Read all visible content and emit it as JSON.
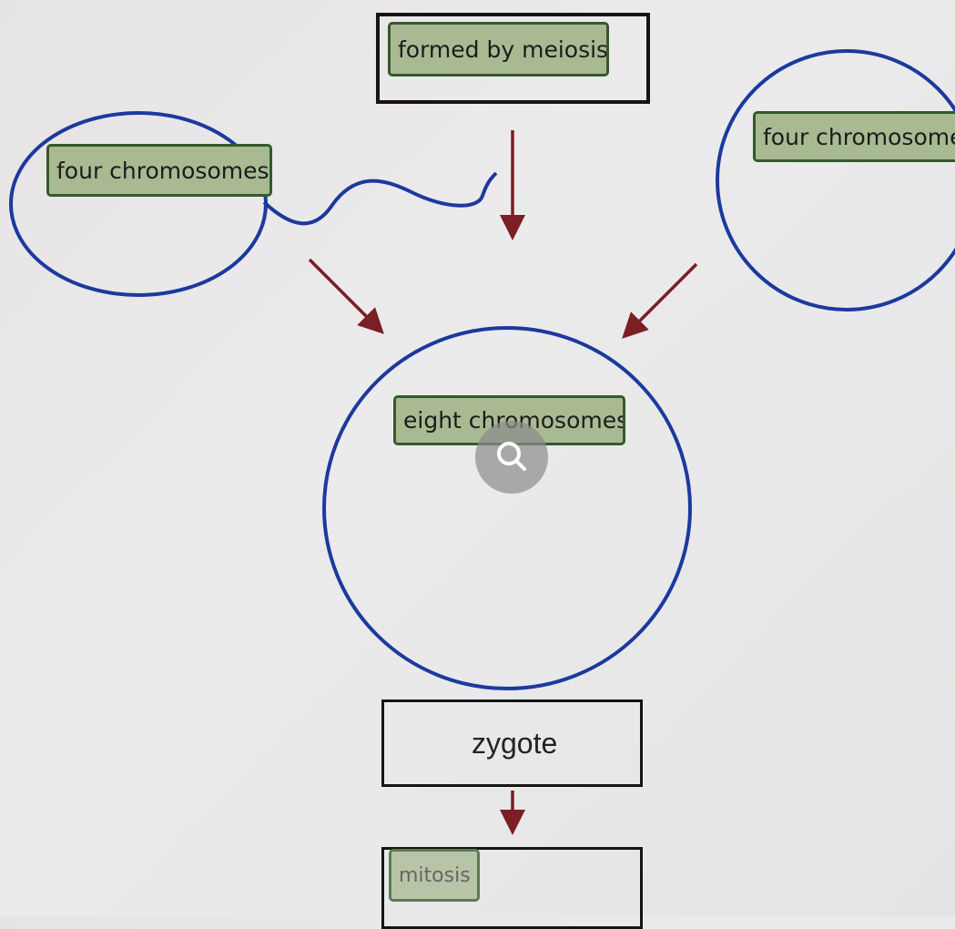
{
  "labels": {
    "top": "formed by meiosis",
    "left": "four chromosomes",
    "right": "four chromosomes",
    "center": "eight chromosomes",
    "zygote": "zygote",
    "bottom": "mitosis"
  },
  "colors": {
    "arrow": "#7b1f24",
    "circle": "#1b3a9e",
    "chip_bg": "#a9ba93",
    "chip_border": "#34592c"
  },
  "icons": {
    "zoom": "magnifier-icon"
  }
}
